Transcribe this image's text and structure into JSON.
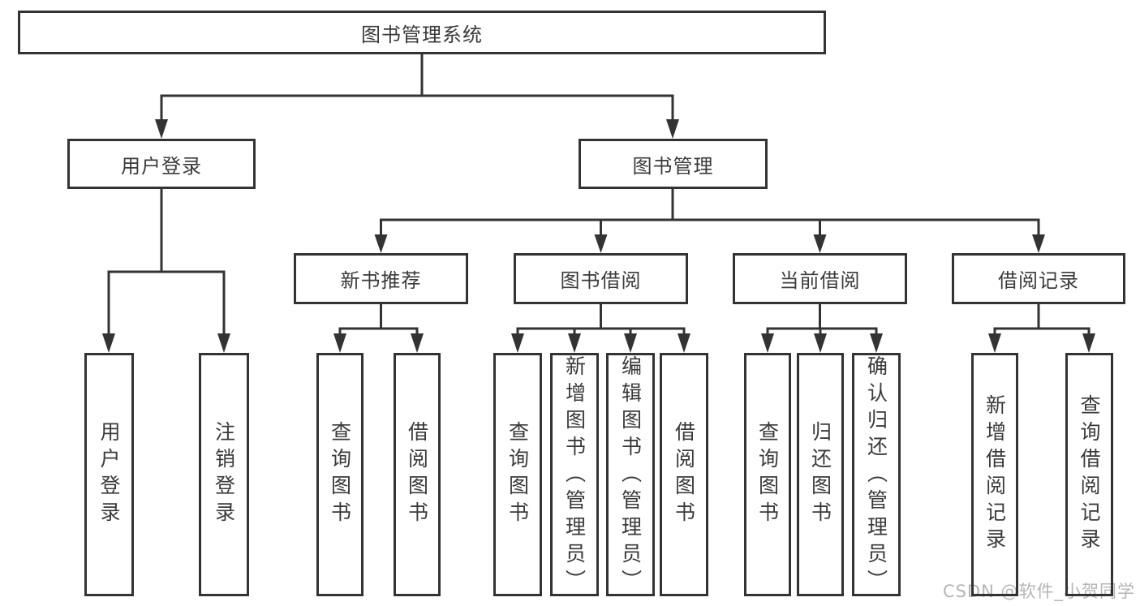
{
  "diagram": {
    "title": "图书管理系统",
    "nodes": {
      "root": {
        "label": "图书管理系统"
      },
      "user_login": {
        "label": "用户登录"
      },
      "book_management": {
        "label": "图书管理"
      },
      "new_book_recommend": {
        "label": "新书推荐"
      },
      "book_borrow": {
        "label": "图书借阅"
      },
      "current_borrow": {
        "label": "当前借阅"
      },
      "borrow_records": {
        "label": "借阅记录"
      },
      "leaf_user_login": {
        "label": "用户登录"
      },
      "leaf_user_logout": {
        "label": "注销登录"
      },
      "leaf_nb_query_book": {
        "label": "查询图书"
      },
      "leaf_nb_borrow_book": {
        "label": "借阅图书"
      },
      "leaf_bb_query_book": {
        "label": "查询图书"
      },
      "leaf_bb_add_book": {
        "label": "新增图书（管理员）"
      },
      "leaf_bb_edit_book": {
        "label": "编辑图书（管理员）"
      },
      "leaf_bb_borrow_book": {
        "label": "借阅图书"
      },
      "leaf_cb_query_book": {
        "label": "查询图书"
      },
      "leaf_cb_return_book": {
        "label": "归还图书"
      },
      "leaf_cb_confirm_return": {
        "label": "确认归还（管理员）"
      },
      "leaf_br_add_record": {
        "label": "新增借阅记录"
      },
      "leaf_br_query_record": {
        "label": "查询借阅记录"
      }
    },
    "colors": {
      "line": "#333333",
      "text": "#3a3a3a",
      "watermark": "#b5b5b5",
      "background": "#ffffff"
    }
  },
  "watermark": {
    "text": "CSDN @软件_小贺同学"
  }
}
